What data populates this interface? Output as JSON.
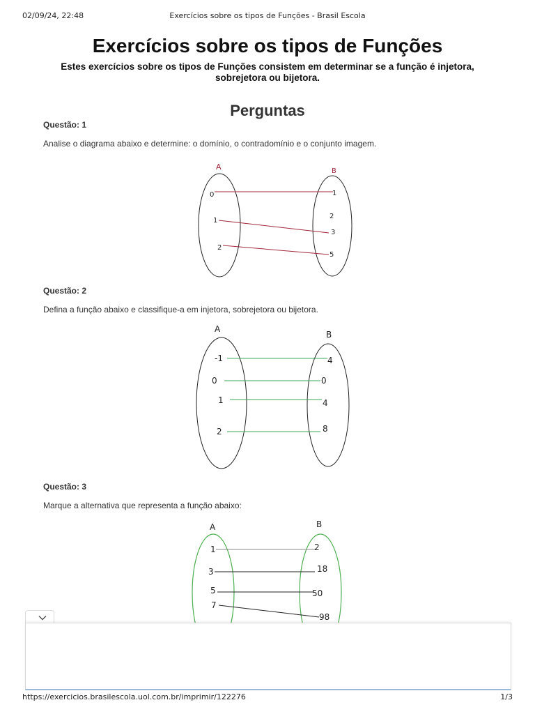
{
  "print": {
    "datetime": "02/09/24, 22:48",
    "page_title": "Exercícios sobre os tipos de Funções - Brasil Escola",
    "url": "https://exercicios.brasilescola.uol.com.br/imprimir/122276",
    "page_number": "1/3"
  },
  "header": {
    "title": "Exercícios sobre os tipos de Funções",
    "subtitle": "Estes exercícios sobre os tipos de Funções consistem em determinar se a função é injetora, sobrejetora ou bijetora."
  },
  "section": {
    "title": "Perguntas"
  },
  "questions": [
    {
      "label": "Questão: 1",
      "text": "Analise o diagrama abaixo e determine: o domínio, o contradomínio e o conjunto imagem.",
      "diagram": {
        "set_a_name": "A",
        "set_b_name": "B",
        "a": [
          "0",
          "1",
          "2"
        ],
        "b": [
          "1",
          "2",
          "3",
          "5"
        ],
        "color": "#a0283c"
      }
    },
    {
      "label": "Questão: 2",
      "text": "Defina a função abaixo e classifique-a em injetora, sobrejetora ou bijetora.",
      "diagram": {
        "set_a_name": "A",
        "set_b_name": "B",
        "a": [
          "-1",
          "0",
          "1",
          "2"
        ],
        "b": [
          "4",
          "0",
          "4",
          "8"
        ],
        "color": "#3aa55a"
      }
    },
    {
      "label": "Questão: 3",
      "text": "Marque a alternativa que representa a função abaixo:",
      "diagram": {
        "set_a_name": "A",
        "set_b_name": "B",
        "a": [
          "1",
          "3",
          "5",
          "7"
        ],
        "b": [
          "2",
          "18",
          "50",
          "98"
        ],
        "color": "#4caf50"
      }
    }
  ],
  "icons": {
    "collapse": "chevron-down-icon"
  }
}
